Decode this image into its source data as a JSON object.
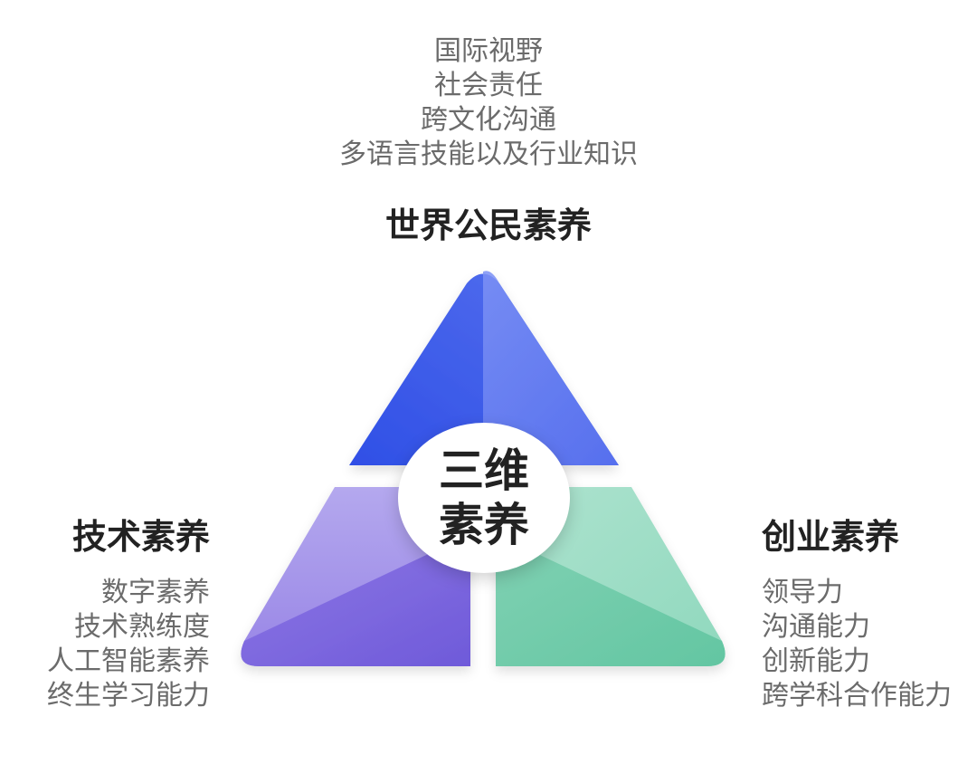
{
  "diagram": {
    "center": {
      "line1": "三维",
      "line2": "素养"
    },
    "top": {
      "title": "世界公民素养",
      "items": [
        "国际视野",
        "社会责任",
        "跨文化沟通",
        "多语言技能以及行业知识"
      ]
    },
    "left": {
      "title": "技术素养",
      "items": [
        "数字素养",
        "技术熟练度",
        "人工智能素养",
        "终生学习能力"
      ]
    },
    "right": {
      "title": "创业素养",
      "items": [
        "领导力",
        "沟通能力",
        "创新能力",
        "跨学科合作能力"
      ]
    }
  },
  "colors": {
    "top_segment": "#4a63ea",
    "left_segment": "#8470e0",
    "right_segment": "#84d2b6",
    "heading_text": "#222222",
    "body_text": "#6b6b6b"
  }
}
